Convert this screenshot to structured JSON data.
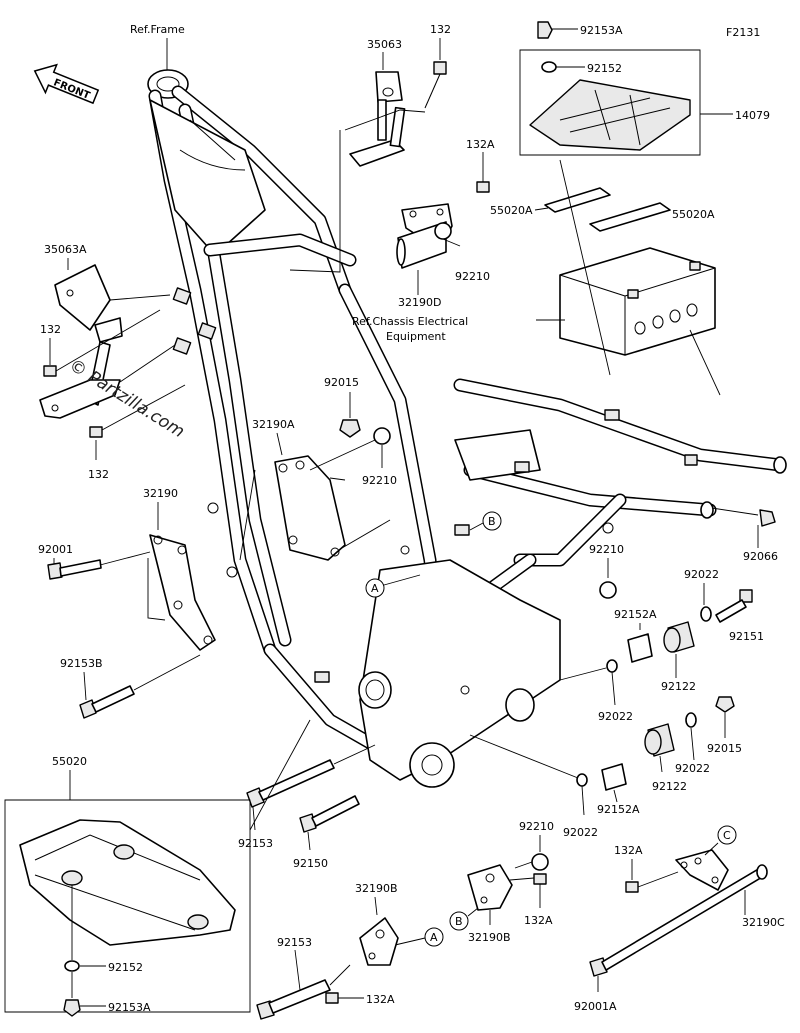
{
  "figure_id": "F2131",
  "front_label": "FRONT",
  "watermark": "© Partzilla.com",
  "refs": {
    "frame": "Ref.Frame",
    "chassis_line1": "Ref.Chassis Electrical",
    "chassis_line2": "Equipment"
  },
  "callouts": {
    "p92153A_top": "92153A",
    "p92152_top": "92152",
    "p14079": "14079",
    "p35063": "35063",
    "p132_top": "132",
    "p132A_top": "132A",
    "p55020A_left": "55020A",
    "p55020A_right": "55020A",
    "p92210_top": "92210",
    "p32190D": "32190D",
    "p35063A": "35063A",
    "p132_left1": "132",
    "p132_left2": "132",
    "p92015_mid": "92015",
    "p32190A": "32190A",
    "p92210_mid": "92210",
    "p32190": "32190",
    "p92001": "92001",
    "p92153B": "92153B",
    "p92066": "92066",
    "p92210_right": "92210",
    "p92022_r1": "92022",
    "p92151": "92151",
    "p92152A_r1": "92152A",
    "p92122_r1": "92122",
    "p92022_r2": "92022",
    "p92015_r": "92015",
    "p92022_r3": "92022",
    "p92122_r2": "92122",
    "p92152A_r2": "92152A",
    "p92022_r4": "92022",
    "p55020": "55020",
    "p92153": "92153",
    "p92150": "92150",
    "p92210_bot": "92210",
    "p132A_bot": "132A",
    "p32190B_left": "32190B",
    "p32190B_right": "32190B",
    "p132A_br": "132A",
    "p32190C": "32190C",
    "p92153_bot": "92153",
    "p132A_bl": "132A",
    "p92001A": "92001A",
    "p92152_bot": "92152",
    "p92153A_bot": "92153A"
  },
  "markers": {
    "a1": "A",
    "a2": "A",
    "b1": "B",
    "b2": "B",
    "c1": "C"
  }
}
